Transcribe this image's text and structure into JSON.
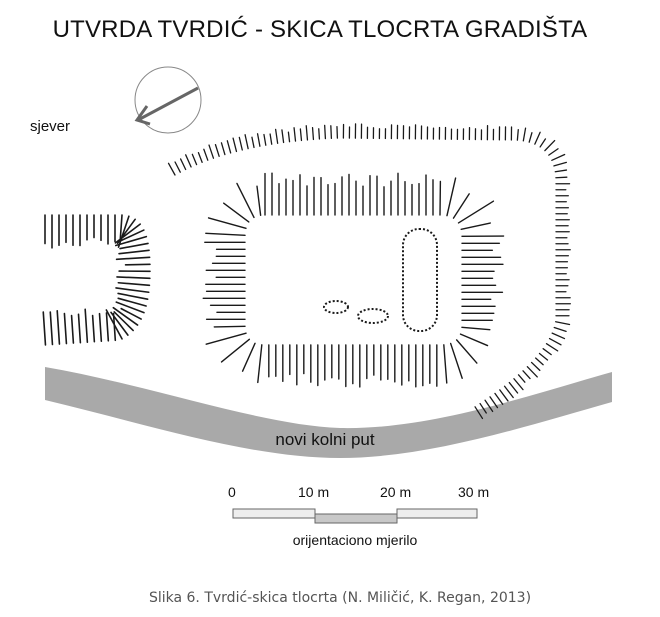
{
  "title": "UTVRDA TVRDIĆ - SKICA TLOCRTA GRADIŠTA",
  "north_label": "sjever",
  "road_label": "novi kolni put",
  "scale": {
    "ticks": [
      "0",
      "10 m",
      "20 m",
      "30 m"
    ],
    "label": "orijentaciono mjerilo"
  },
  "caption": "Slika 6. Tvrdić-skica tlocrta (N. Miličić, K. Regan, 2013)",
  "colors": {
    "road": "#a9a9a9",
    "ink": "#1a1a1a",
    "scale_fill": "#c8c8c8"
  }
}
